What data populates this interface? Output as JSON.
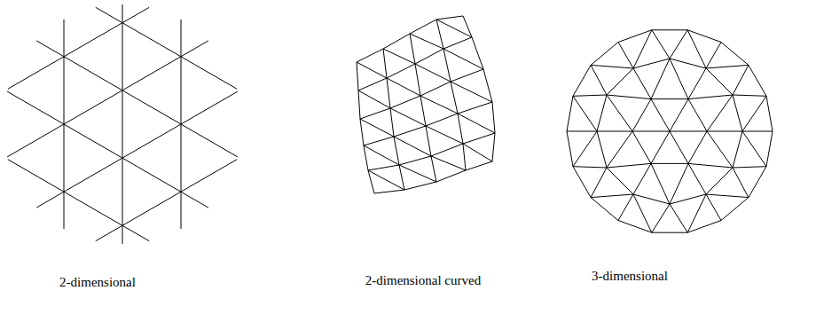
{
  "diagram": {
    "labels": [
      "2-dimensional",
      "2-dimensional curved",
      "3-dimensional"
    ]
  }
}
